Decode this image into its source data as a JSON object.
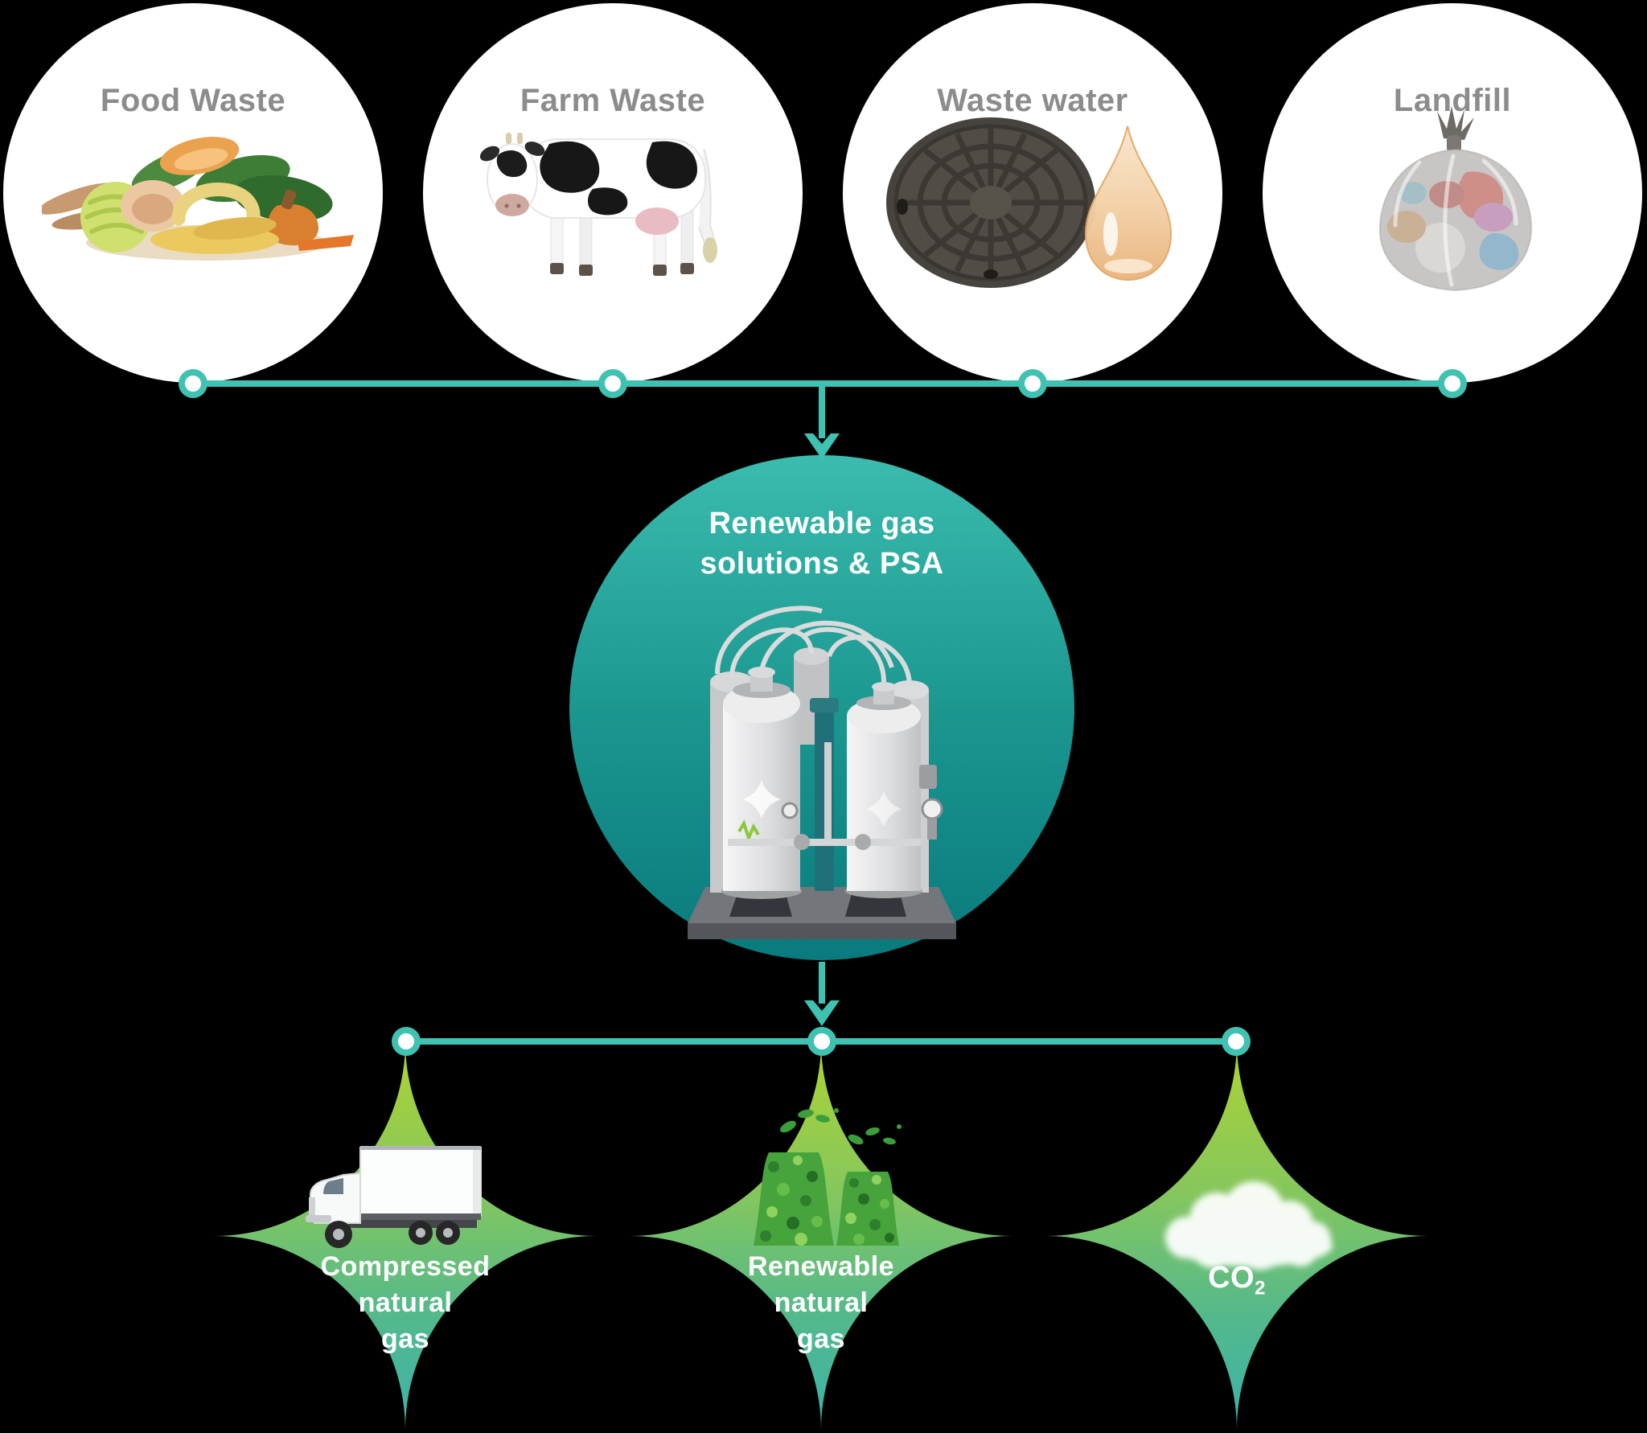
{
  "diagram": {
    "title_hidden": "",
    "background": "#000000",
    "colors": {
      "connector_teal": "#3fc2b1",
      "process_gradient_top": "#3bbcae",
      "process_gradient_bottom": "#0a7a7d",
      "output_gradient": [
        "#aed333",
        "#86c75c",
        "#54b98b",
        "#3cb2ab"
      ],
      "source_label_gray": "#8c8c8c",
      "text_white": "#ffffff"
    },
    "icons": {
      "connector_node": "ring-dot",
      "flow_arrow": "chevron-down-arrow"
    },
    "sources": [
      {
        "label": "Food Waste",
        "image": "food-waste-image"
      },
      {
        "label": "Farm Waste",
        "image": "cow-image"
      },
      {
        "label": "Waste water",
        "image": "manhole-water-drop-image"
      },
      {
        "label": "Landfill",
        "image": "trash-bag-image"
      }
    ],
    "process": {
      "line1": "Renewable gas",
      "line2": "solutions & PSA",
      "image": "psa-gas-unit-image"
    },
    "outputs": [
      {
        "lines": [
          "Compressed",
          "natural",
          "gas"
        ],
        "image": "cng-truck-image"
      },
      {
        "lines": [
          "Renewable",
          "natural",
          "gas"
        ],
        "image": "green-plant-towers-image"
      },
      {
        "label": "CO",
        "sub": "2",
        "image": "co2-cloud-image"
      }
    ]
  }
}
